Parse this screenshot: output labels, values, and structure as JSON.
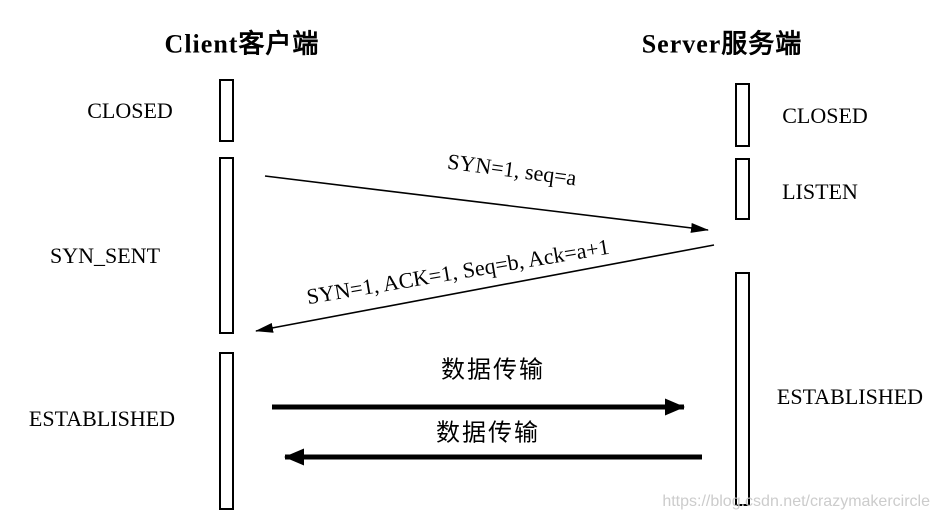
{
  "diagram": {
    "client": {
      "title": "Client客户端",
      "states": [
        "CLOSED",
        "SYN_SENT",
        "ESTABLISHED"
      ]
    },
    "server": {
      "title": "Server服务端",
      "states": [
        "CLOSED",
        "LISTEN",
        "ESTABLISHED"
      ]
    },
    "messages": [
      {
        "label": "SYN=1, seq=a",
        "from": "client",
        "to": "server"
      },
      {
        "label": "SYN=1, ACK=1, Seq=b, Ack=a+1",
        "from": "server",
        "to": "client"
      },
      {
        "label": "数据传输",
        "from": "client",
        "to": "server"
      },
      {
        "label": "数据传输",
        "from": "server",
        "to": "client"
      }
    ],
    "watermark": "https://blog.csdn.net/crazymakercircle",
    "colors": {
      "line": "#000000",
      "background": "#ffffff",
      "watermark": "#cccccc"
    }
  }
}
